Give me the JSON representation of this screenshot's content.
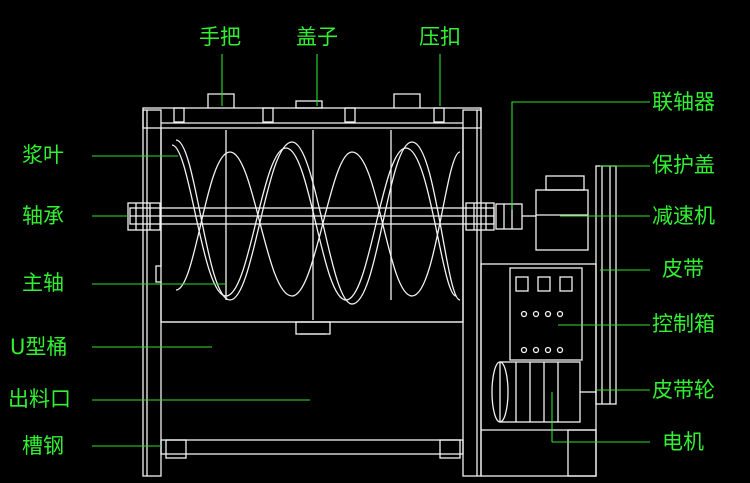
{
  "labels": {
    "handle": "手把",
    "lid": "盖子",
    "clamp": "压扣",
    "blade": "浆叶",
    "bearing": "轴承",
    "main_shaft": "主轴",
    "u_tank": "U型桶",
    "outlet": "出料口",
    "channel_steel": "槽钢",
    "coupling": "联轴器",
    "guard": "保护盖",
    "reducer": "减速机",
    "belt": "皮带",
    "control_box": "控制箱",
    "pulley": "皮带轮",
    "motor": "电机"
  },
  "colors": {
    "label_color": "#32f032",
    "drawing_color": "#f2f2f2",
    "background": "#000000"
  }
}
